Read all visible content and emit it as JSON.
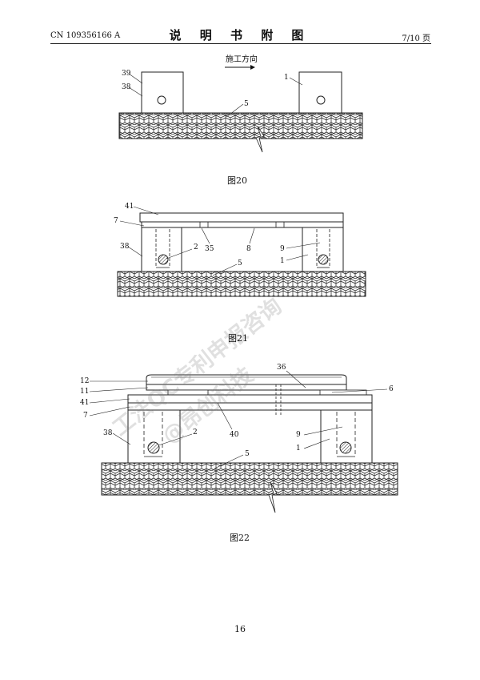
{
  "header": {
    "patent_no": "CN 109356166 A",
    "title": "说 明 书 附 图",
    "page_of": "7/10 页"
  },
  "fig20": {
    "caption": "图20",
    "direction_label": "施工方向",
    "labels": {
      "l39": "39",
      "l38": "38",
      "l1": "1",
      "l5": "5"
    }
  },
  "fig21": {
    "caption": "图21",
    "labels": {
      "l41": "41",
      "l7": "7",
      "l38": "38",
      "l2": "2",
      "l35": "35",
      "l8": "8",
      "l9": "9",
      "l1": "1",
      "l5": "5"
    }
  },
  "fig22": {
    "caption": "图22",
    "labels": {
      "l12": "12",
      "l11": "11",
      "l41": "41",
      "l7": "7",
      "l38": "38",
      "l2": "2",
      "l40": "40",
      "l36": "36",
      "l6": "6",
      "l9": "9",
      "l1": "1",
      "l5": "5"
    }
  },
  "watermark": {
    "line1": "工法QC专利申报咨询",
    "line2": "@昂创科技"
  },
  "footer": {
    "page_number": "16"
  }
}
